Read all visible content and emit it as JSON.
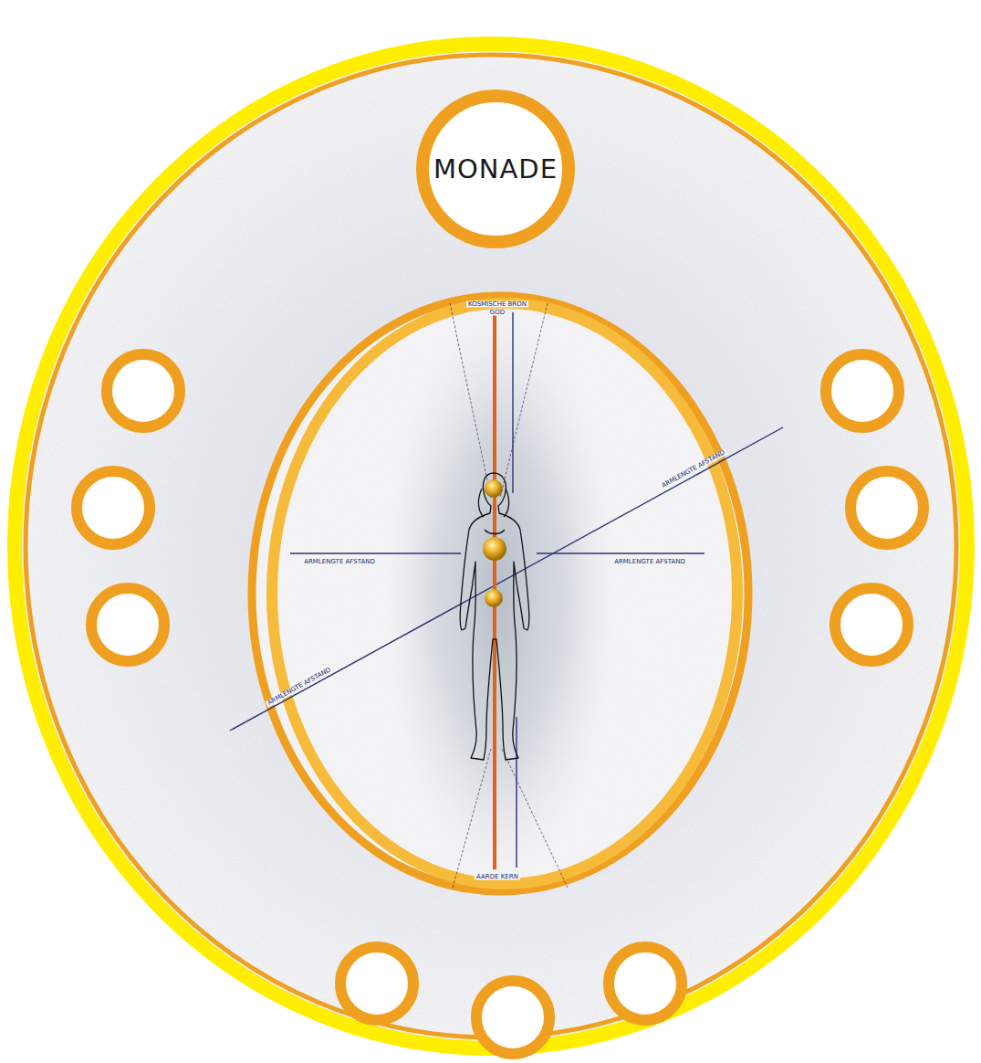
{
  "diagram": {
    "nodes": [
      {
        "text": [
          "MONADE"
        ]
      }
    ],
    "labels": [
      "KOSMISCHE BRON",
      "GOD",
      "ARMLENGTE AFSTAND",
      "ARMLENGTE AFSTAND",
      "ARMLENGTE AFSTAND",
      "ARMLENGTE AFSTAND",
      "AARDE KERN"
    ]
  }
}
